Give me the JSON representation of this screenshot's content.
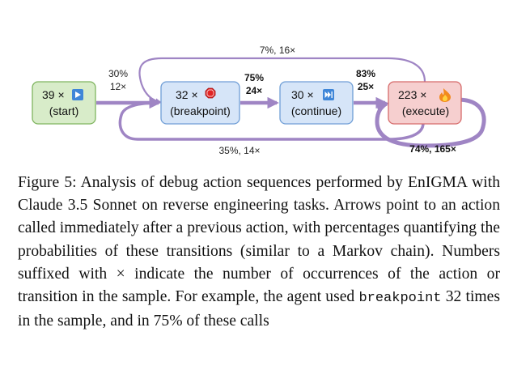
{
  "colors": {
    "arrow": "#9f85c4",
    "start_fill": "#d8ecc9",
    "start_stroke": "#7fb55f",
    "blue_fill": "#d6e5f8",
    "blue_stroke": "#6f9ed6",
    "exec_fill": "#f6cfcf",
    "exec_stroke": "#d66b6b"
  },
  "nodes": {
    "start": {
      "count": "39 ×",
      "label": "(start)",
      "icon": "play-icon"
    },
    "breakpoint": {
      "count": "32 ×",
      "label": "(breakpoint)",
      "icon": "stop-sign-icon"
    },
    "continue": {
      "count": "30 ×",
      "label": "(continue)",
      "icon": "fast-forward-icon"
    },
    "execute": {
      "count": "223 ×",
      "label": "(execute)",
      "icon": "fire-icon"
    }
  },
  "edges": {
    "start_to_breakpoint": {
      "pct": "30%",
      "count": "12×"
    },
    "breakpoint_to_continue": {
      "pct": "75%",
      "count": "24×"
    },
    "continue_to_execute": {
      "pct": "83%",
      "count": "25×"
    },
    "top_loop": "7%, 16×",
    "bottom_loop": "35%, 14×",
    "execute_self": "74%, 165×"
  },
  "caption": {
    "before": "Figure 5: Analysis of debug action sequences performed by EnIGMA with Claude 3.5 Sonnet on reverse engineering tasks. Arrows point to an action called immediately after a previous action, with percentages quantifying the probabilities of these transitions (similar to a Markov chain). Numbers suffixed with × indicate the number of occurrences of the action or transition in the sample. For example, the agent used ",
    "code": "breakpoint",
    "after": " 32 times in the sample, and in 75% of these calls"
  }
}
